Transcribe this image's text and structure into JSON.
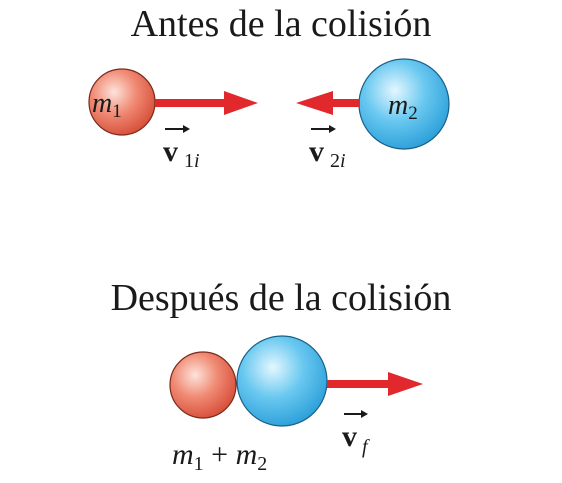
{
  "before": {
    "heading": "Antes de la colisión",
    "mass1": {
      "symbol": "m",
      "subscript": "1"
    },
    "mass2": {
      "symbol": "m",
      "subscript": "2"
    },
    "velocity1": {
      "symbol": "v",
      "subscript": "1",
      "subscript_italic": "i"
    },
    "velocity2": {
      "symbol": "v",
      "subscript": "2",
      "subscript_italic": "i"
    }
  },
  "after": {
    "heading": "Después de la colisión",
    "combined_label": {
      "symbol1": "m",
      "sub1": "1",
      "plus": " + ",
      "symbol2": "m",
      "sub2": "2"
    },
    "velocity": {
      "symbol": "v",
      "subscript_italic": "f"
    }
  },
  "colors": {
    "mass1": "#e8604c",
    "mass2": "#3fb3e6",
    "arrow": "#e0282d"
  }
}
